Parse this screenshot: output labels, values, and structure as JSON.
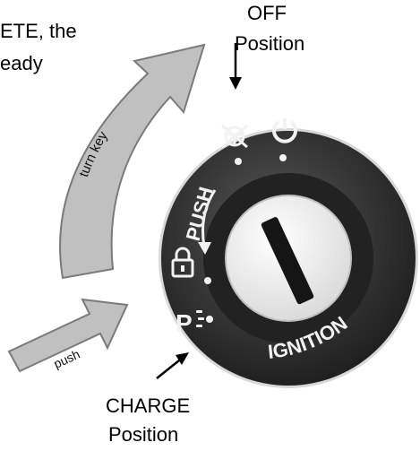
{
  "intro_text": {
    "line1": "ETE, the",
    "line2": "eady"
  },
  "labels": {
    "off_line1": "OFF",
    "off_line2": "Position",
    "charge_line1": "CHARGE",
    "charge_line2": "Position"
  },
  "arrows": {
    "turn_key": "turn key",
    "push": "push"
  },
  "dial": {
    "push_text": "PUSH",
    "p_text": "P",
    "ignition_text": "IGNITION"
  },
  "icons": [
    "crossed-out-steering-icon",
    "power-icon",
    "lock-icon",
    "parking-light-icon",
    "key-slot-icon"
  ],
  "colors": {
    "arrow_fill": "#c0c0c0",
    "dial_ring": "#2b2b2b",
    "dial_inner": "#4a4a4a",
    "dial_text": "#f2f2f2"
  }
}
